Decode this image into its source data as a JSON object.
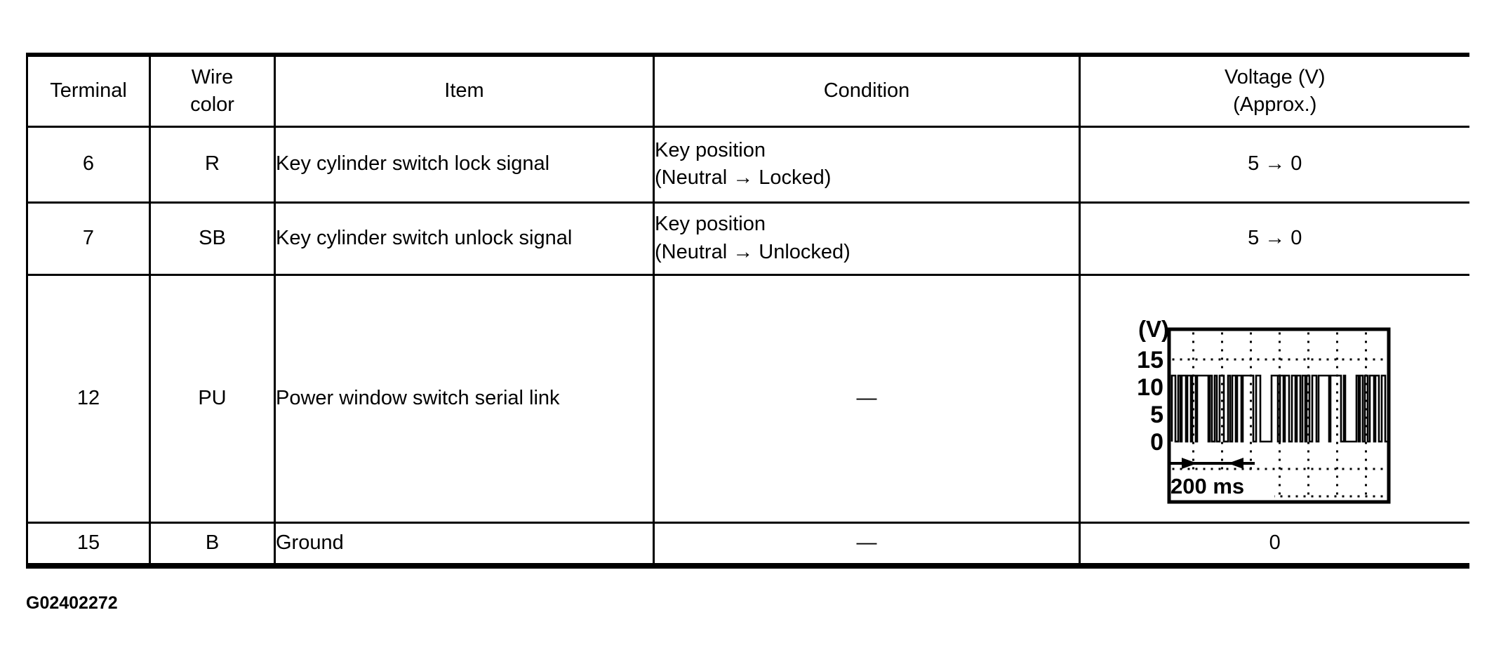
{
  "table": {
    "header": {
      "terminal": "Terminal",
      "wire_line1": "Wire",
      "wire_line2": "color",
      "item": "Item",
      "condition": "Condition",
      "voltage_line1": "Voltage (V)",
      "voltage_line2": "(Approx.)"
    },
    "rows": [
      {
        "terminal": "6",
        "wire": "R",
        "item": "Key cylinder switch lock signal",
        "condition_line1": "Key position",
        "condition_line2": "(Neutral → Locked)",
        "voltage": "5 → 0"
      },
      {
        "terminal": "7",
        "wire": "SB",
        "item": "Key cylinder switch unlock signal",
        "condition_line1": "Key position",
        "condition_line2": "(Neutral → Unlocked)",
        "voltage": "5 → 0"
      },
      {
        "terminal": "12",
        "wire": "PU",
        "item": "Power window switch serial link",
        "condition_dash": "—",
        "voltage_figure": "oscilloscope waveform"
      },
      {
        "terminal": "15",
        "wire": "B",
        "item": "Ground",
        "condition_dash": "—",
        "voltage": "0"
      }
    ]
  },
  "scope": {
    "unit_label": "(V)",
    "y_ticks": [
      "15",
      "10",
      "5",
      "0"
    ],
    "time_label": "200 ms",
    "signal": {
      "type": "line",
      "description": "serial data pulse train toggling between 0 V and about 12 V with two short idle-low gaps",
      "low_v": 0,
      "high_v": 12,
      "y_axis_range_v": [
        -10,
        20
      ],
      "time_per_division_ms": 100,
      "time_marker_span_ms": 200
    }
  },
  "footer_id": "G02402272",
  "colors": {
    "ink": "#000000",
    "paper": "#ffffff"
  }
}
